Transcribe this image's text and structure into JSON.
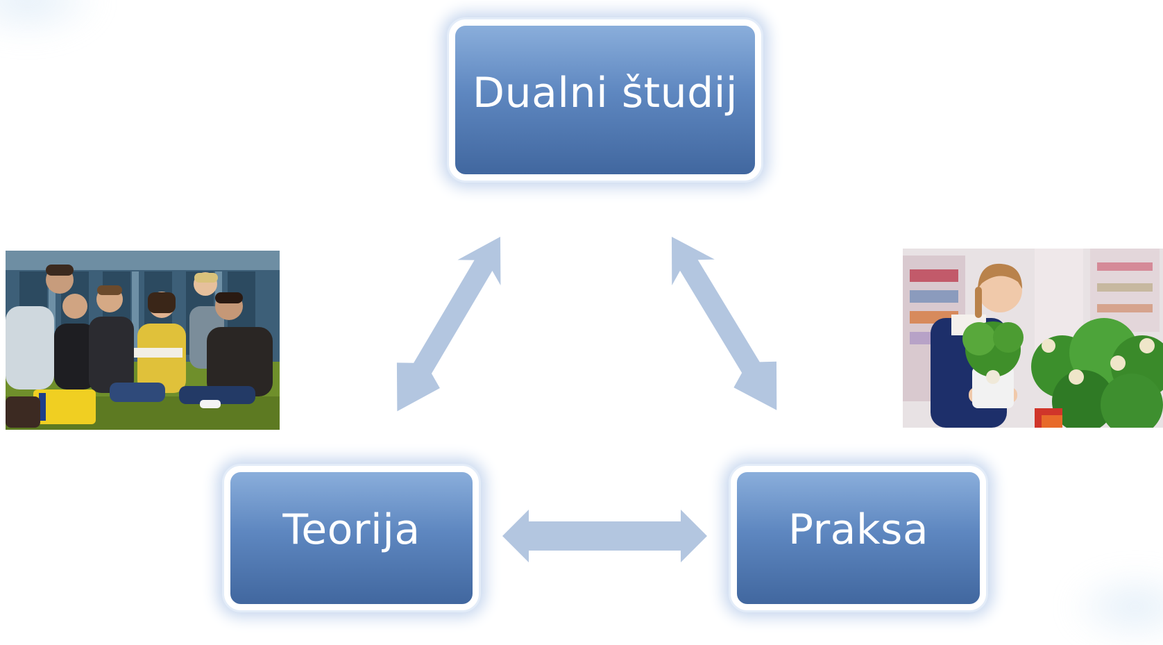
{
  "diagram": {
    "nodes": {
      "top": {
        "label": "Dualni študij"
      },
      "left": {
        "label": "Teorija"
      },
      "right": {
        "label": "Praksa"
      }
    },
    "arrows": [
      {
        "from": "top",
        "to": "left",
        "direction": "bidirectional"
      },
      {
        "from": "top",
        "to": "right",
        "direction": "bidirectional"
      },
      {
        "from": "left",
        "to": "right",
        "direction": "bidirectional"
      }
    ],
    "images": [
      {
        "name": "students-studying-on-grass-photo",
        "position": "left"
      },
      {
        "name": "supermarket-worker-with-vegetables-photo",
        "position": "right"
      }
    ]
  },
  "colors": {
    "node_top": "#8aaedb",
    "node_bottom": "#41679f",
    "arrow": "#b3c6e0",
    "glow": "#c6d6ee"
  }
}
